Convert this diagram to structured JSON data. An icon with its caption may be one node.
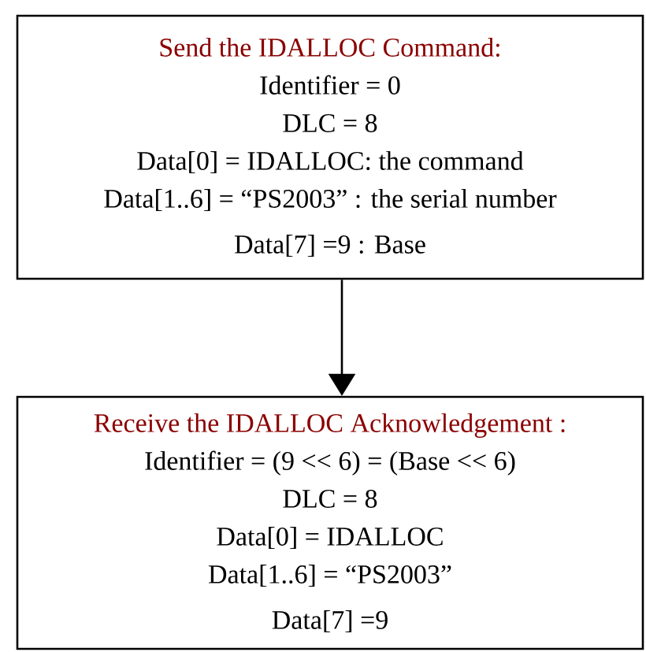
{
  "diagram": {
    "nodes": [
      {
        "text": [
          "Send the IDALLOC Command:",
          "Identifier = 0",
          "DLC = 8",
          "Data[0] = IDALLOC: the command",
          "Data[1..6] = “PS2003” : the serial number",
          "Data[7] =9 : Base"
        ]
      },
      {
        "text": [
          "Receive the IDALLOC Acknowledgement :",
          "Identifier = (9 << 6) = (Base << 6)",
          "DLC = 8",
          "Data[0] = IDALLOC",
          "Data[1..6] = “PS2003”",
          "Data[7] =9"
        ]
      }
    ],
    "edges": [
      {
        "from": 0,
        "to": 1,
        "arrow": "to"
      }
    ]
  }
}
